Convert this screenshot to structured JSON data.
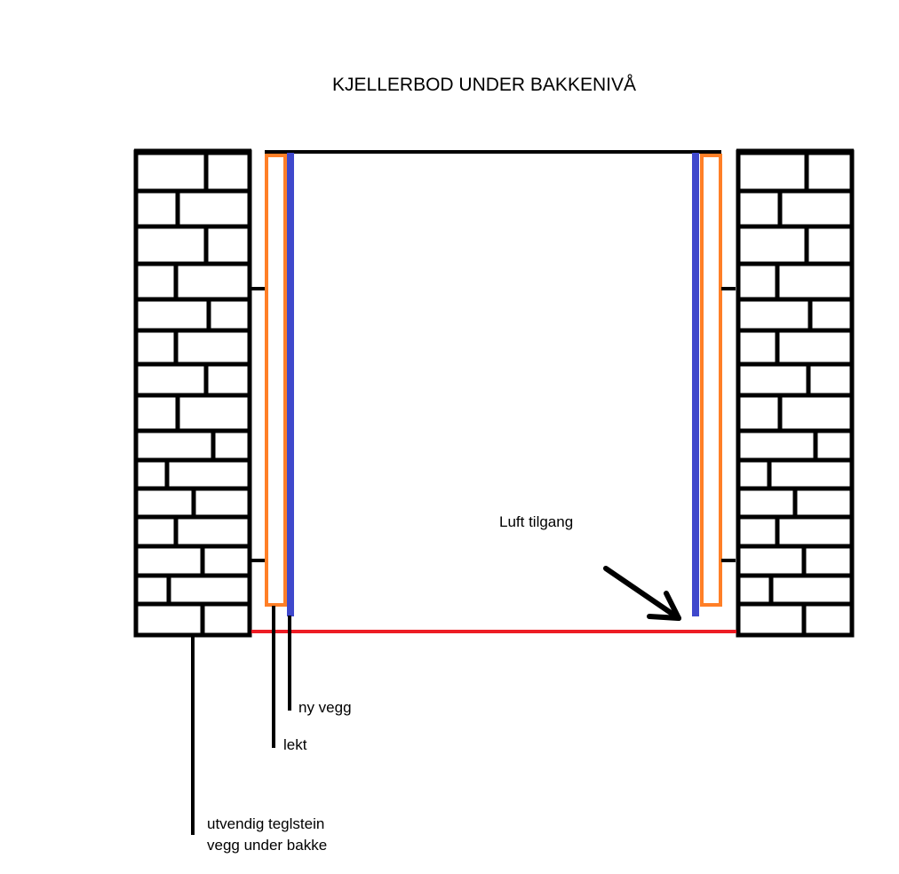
{
  "title": "KJELLERBOD UNDER BAKKENIVÅ",
  "labels": {
    "air": "Luft tilgang",
    "new_wall": "ny vegg",
    "batten": "lekt",
    "brick_line1": "utvendig teglstein",
    "brick_line2": "vegg under bakke"
  },
  "colors": {
    "batten": "#ff7f27",
    "new_wall": "#3f48cc",
    "floor": "#ed1c24",
    "line": "#000000"
  }
}
